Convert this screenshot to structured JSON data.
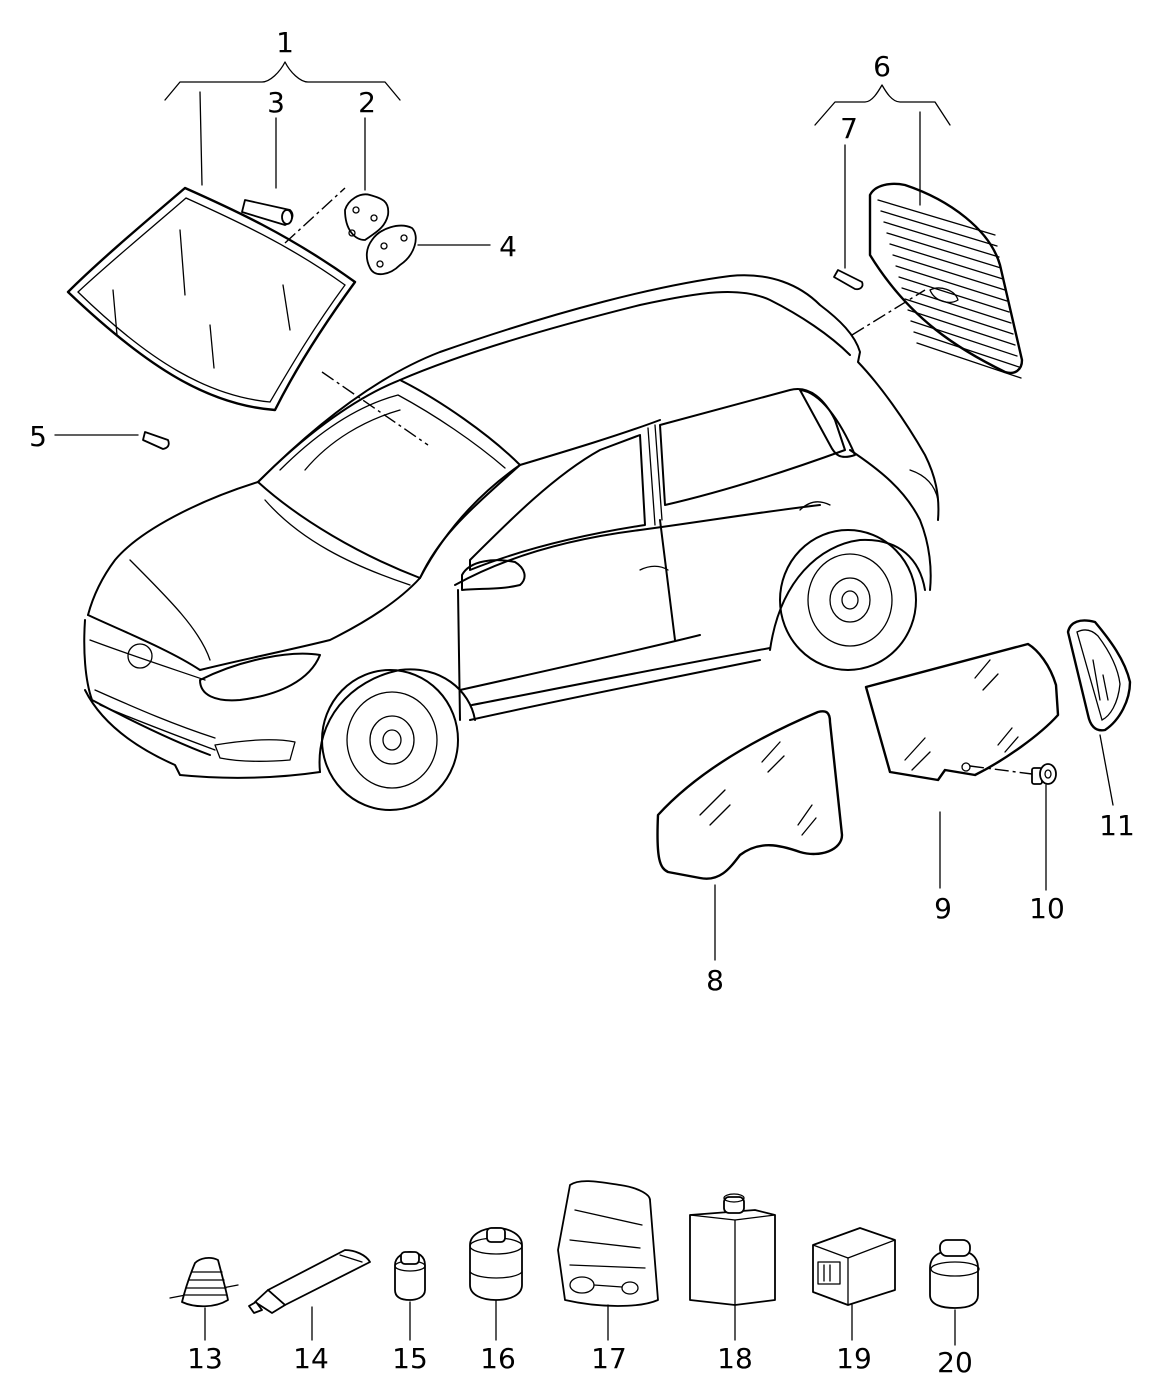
{
  "diagram": {
    "callouts": [
      {
        "id": "1",
        "text": "1"
      },
      {
        "id": "2",
        "text": "2"
      },
      {
        "id": "3",
        "text": "3"
      },
      {
        "id": "4",
        "text": "4"
      },
      {
        "id": "5",
        "text": "5"
      },
      {
        "id": "6",
        "text": "6"
      },
      {
        "id": "7",
        "text": "7"
      },
      {
        "id": "8",
        "text": "8"
      },
      {
        "id": "9",
        "text": "9"
      },
      {
        "id": "10",
        "text": "10"
      },
      {
        "id": "11",
        "text": "11"
      },
      {
        "id": "13",
        "text": "13"
      },
      {
        "id": "14",
        "text": "14"
      },
      {
        "id": "15",
        "text": "15"
      },
      {
        "id": "16",
        "text": "16"
      },
      {
        "id": "17",
        "text": "17"
      },
      {
        "id": "18",
        "text": "18"
      },
      {
        "id": "19",
        "text": "19"
      },
      {
        "id": "20",
        "text": "20"
      }
    ],
    "colors": {
      "line": "#000000",
      "background": "#ffffff"
    }
  }
}
